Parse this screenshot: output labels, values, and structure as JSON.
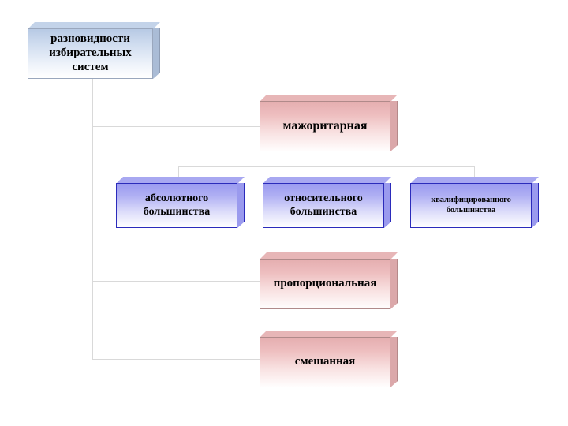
{
  "diagram": {
    "title": "разновидности избирательных систем",
    "type": "hierarchy-tree",
    "language": "ru",
    "palette": {
      "root_fill": "#cfdcef",
      "root_border": "#9aa7bd",
      "branch_fill": "#eebfc0",
      "branch_border": "#b08a8a",
      "leaf_fill": "#aeaef3",
      "leaf_border": "#2b2bbb",
      "connector": "#d9d9d9",
      "background": "#ffffff",
      "text": "#000000"
    },
    "root": {
      "label": "разновидности избирательных систем",
      "line1": "разновидности",
      "line2": "избирательных",
      "line3": "систем"
    },
    "branches": [
      {
        "id": "majoritarian",
        "label": "мажоритарная",
        "children": [
          {
            "id": "absolute",
            "label": "абсолютного большинства",
            "line1": "абсолютного",
            "line2": "большинства"
          },
          {
            "id": "relative",
            "label": "относительного большинства",
            "line1": "относительного",
            "line2": "большинства"
          },
          {
            "id": "qualified",
            "label": "квалифицированного большинства",
            "line1": "квалифицированного",
            "line2": "большинства"
          }
        ]
      },
      {
        "id": "proportional",
        "label": "пропорциональная",
        "children": []
      },
      {
        "id": "mixed",
        "label": "смешанная",
        "children": []
      }
    ]
  }
}
